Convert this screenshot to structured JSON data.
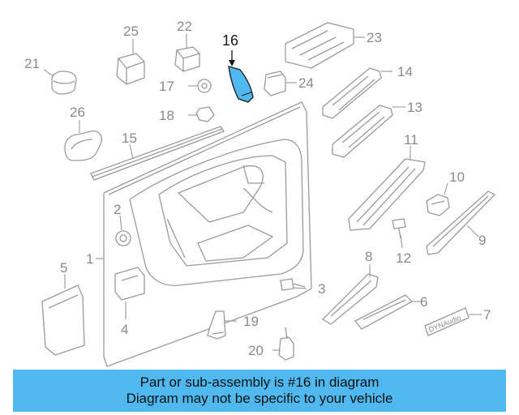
{
  "diagram": {
    "labels": [
      "1",
      "2",
      "3",
      "4",
      "5",
      "6",
      "7",
      "8",
      "9",
      "10",
      "11",
      "12",
      "13",
      "14",
      "15",
      "16",
      "17",
      "18",
      "19",
      "20",
      "21",
      "22",
      "23",
      "24",
      "25",
      "26"
    ],
    "highlighted_part": "16",
    "highlight_color": "#4fb8ee",
    "logo_text": "DYNAudio"
  },
  "banner": {
    "line1": "Part or sub-assembly is #16 in diagram",
    "line2": "Diagram may not be specific to your vehicle",
    "color": "#4fb8ee"
  }
}
